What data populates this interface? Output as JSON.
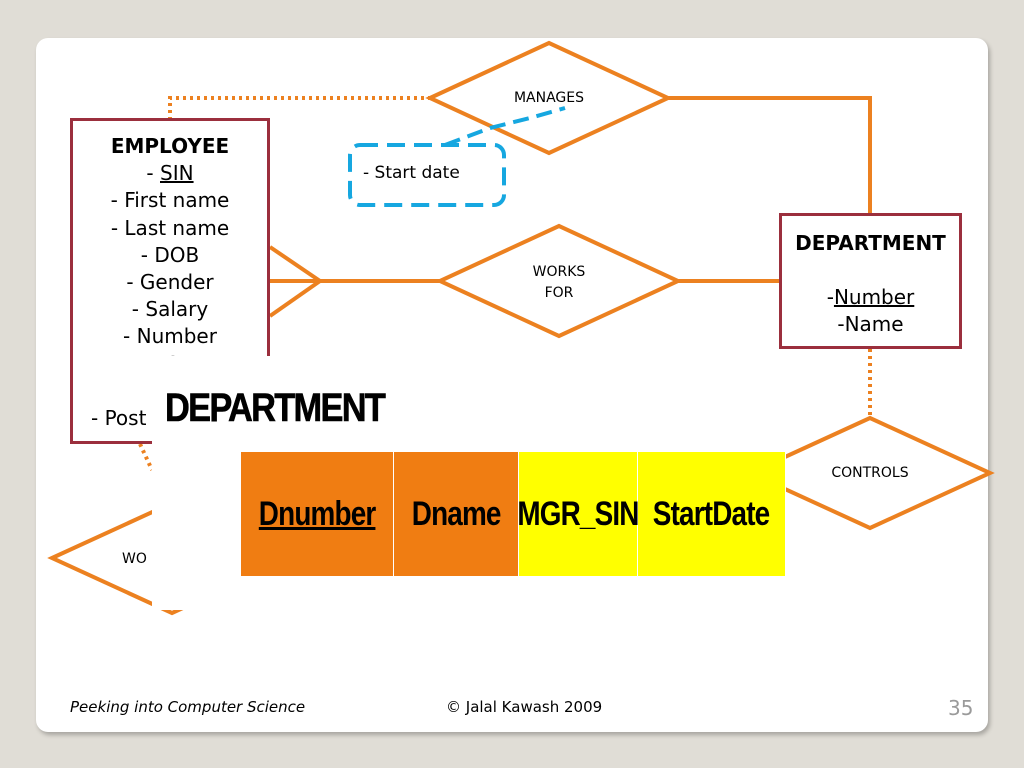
{
  "employee": {
    "title": "EMPLOYEE",
    "sin_prefix": "- ",
    "sin": "SIN",
    "attrs": [
      "- First name",
      "- Last name",
      "- DOB",
      "- Gender",
      "- Salary",
      "- Number",
      "- St",
      "-",
      "- Post"
    ]
  },
  "department": {
    "title": "DEPARTMENT",
    "number_prefix": "-",
    "number": "Number",
    "name": "-Name"
  },
  "relationships": {
    "manages": "MANAGES",
    "works_for_line1": "WORKS",
    "works_for_line2": "FOR",
    "controls": "CONTROLS",
    "works_on_partial": "WO"
  },
  "manages_attribute": "- Start date",
  "overlay": {
    "title": "DEPARTMENT",
    "columns": [
      "Dnumber",
      "Dname",
      "MGR_SIN",
      "StartDate"
    ],
    "key_column": "Dnumber"
  },
  "footer": {
    "left": "Peeking into Computer Science",
    "center": "© Jalal Kawash 2009",
    "page": "35"
  },
  "colors": {
    "line": "#ec8120",
    "entity_border": "#9b2f3d",
    "attr_dash": "#16a7e0",
    "orange_cell": "#f07d12",
    "yellow_cell": "#ffff00"
  }
}
